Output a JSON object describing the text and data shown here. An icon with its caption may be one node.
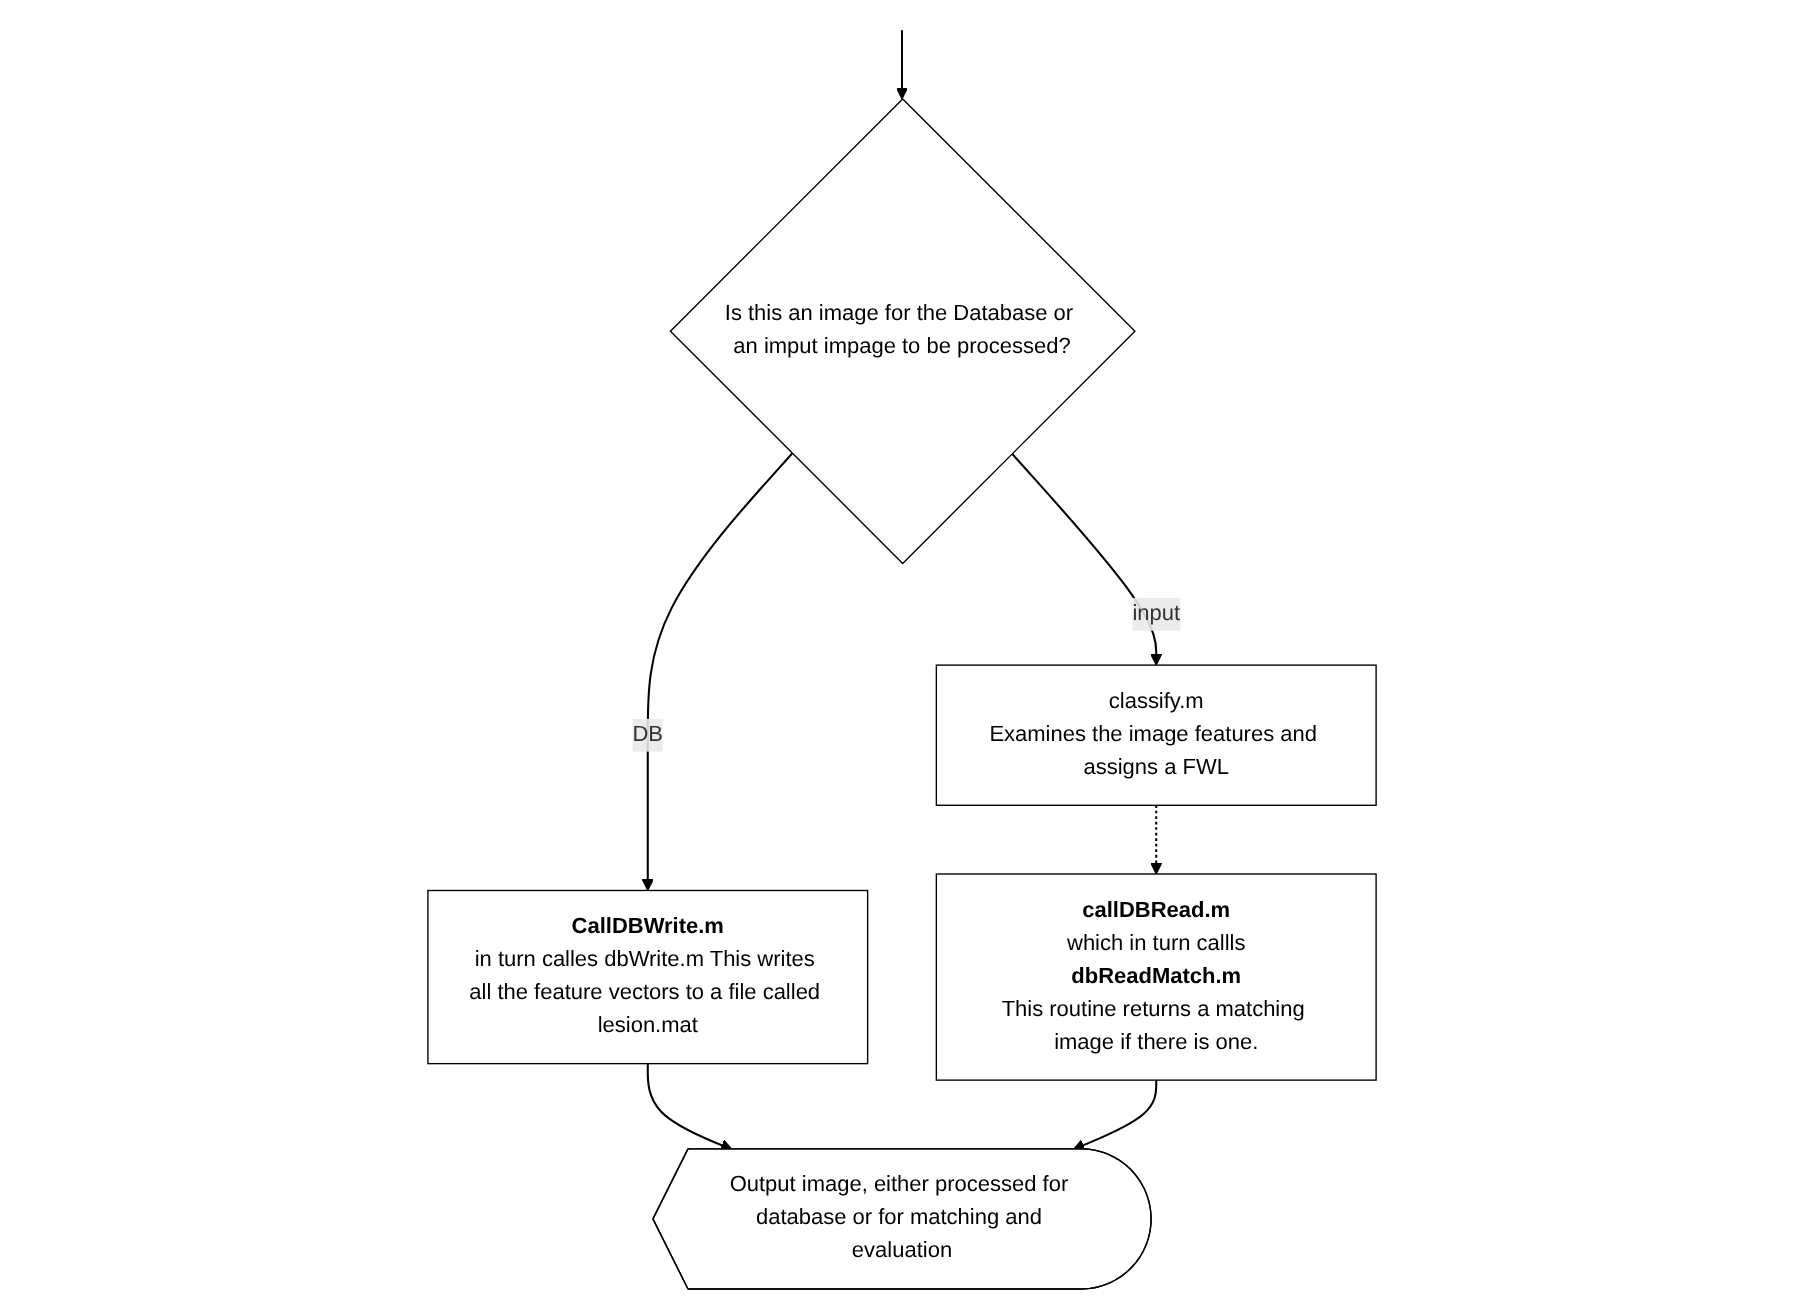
{
  "diagram": {
    "nodes": [
      {
        "text": [
          "Is this an image for the Database or an imput impage to be processed?"
        ]
      },
      {
        "text": [
          "CallDBWrite.m",
          "in turn calles dbWrite.m This writes all the feature vectors to a file called lesion.mat"
        ]
      },
      {
        "text": [
          "classify.m",
          "Examines the image features and assigns a FWL"
        ]
      },
      {
        "text": [
          "callDBRead.m",
          "which in turn callls",
          "dbReadMatch.m",
          "This routine returns a matching image if there is one."
        ]
      },
      {
        "text": [
          "Output image, either processed for database or for matching and evaluation"
        ]
      }
    ],
    "edges": [
      {
        "from": null,
        "to": 0,
        "arrow": "to"
      },
      {
        "from": 0,
        "to": 1,
        "arrow": "to",
        "label": "DB"
      },
      {
        "from": 0,
        "to": 2,
        "arrow": "to",
        "label": "input"
      },
      {
        "from": 2,
        "to": 3,
        "arrow": "to",
        "style": "dashed"
      },
      {
        "from": 1,
        "to": 4,
        "arrow": "to"
      },
      {
        "from": 3,
        "to": 4,
        "arrow": "to"
      }
    ]
  }
}
